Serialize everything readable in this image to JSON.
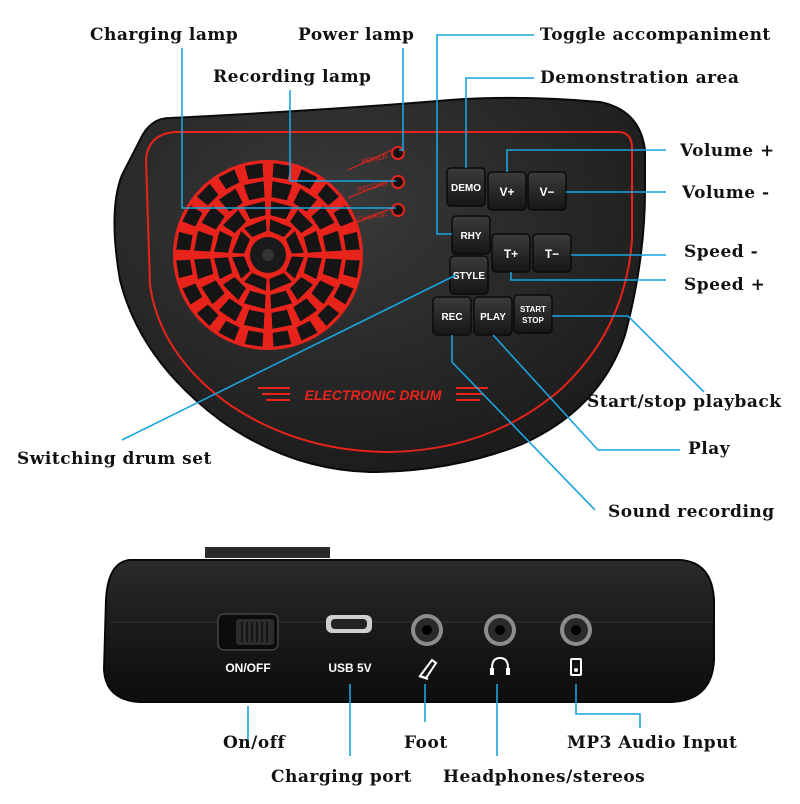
{
  "colors": {
    "accent": "#e8231c",
    "leader": "#1aa3dc",
    "device": "#1b1b1b",
    "button": "#262626"
  },
  "top_panel": {
    "brand": "ELECTRONIC DRUM",
    "lamp_labels": {
      "power": "POWER",
      "record": "RECORD",
      "charge": "CHARGE"
    },
    "buttons": {
      "demo": "DEMO",
      "v_plus": "V+",
      "v_minus": "V−",
      "rhy": "RHY",
      "t_plus": "T+",
      "t_minus": "T−",
      "style": "STYLE",
      "rec": "REC",
      "play": "PLAY",
      "start": "START",
      "stop": "STOP"
    }
  },
  "side_panel": {
    "labels": {
      "onoff": "ON/OFF",
      "usb": "USB 5V"
    },
    "icons": {
      "foot": "foot-pedal-icon",
      "headphones": "headphones-icon",
      "mp3": "mp3-player-icon"
    }
  },
  "callouts": {
    "charging_lamp": "Charging lamp",
    "power_lamp": "Power lamp",
    "recording_lamp": "Recording lamp",
    "toggle_accompaniment": "Toggle accompaniment",
    "demonstration_area": "Demonstration area",
    "volume_plus": "Volume +",
    "volume_minus": "Volume -",
    "speed_minus": "Speed -",
    "speed_plus": "Speed +",
    "start_stop_playback": "Start/stop playback",
    "play": "Play",
    "switching_drum_set": "Switching drum set",
    "sound_recording": "Sound recording",
    "on_off": "On/off",
    "foot": "Foot",
    "mp3_audio_input": "MP3 Audio Input",
    "charging_port": "Charging port",
    "headphones_stereos": "Headphones/stereos"
  }
}
